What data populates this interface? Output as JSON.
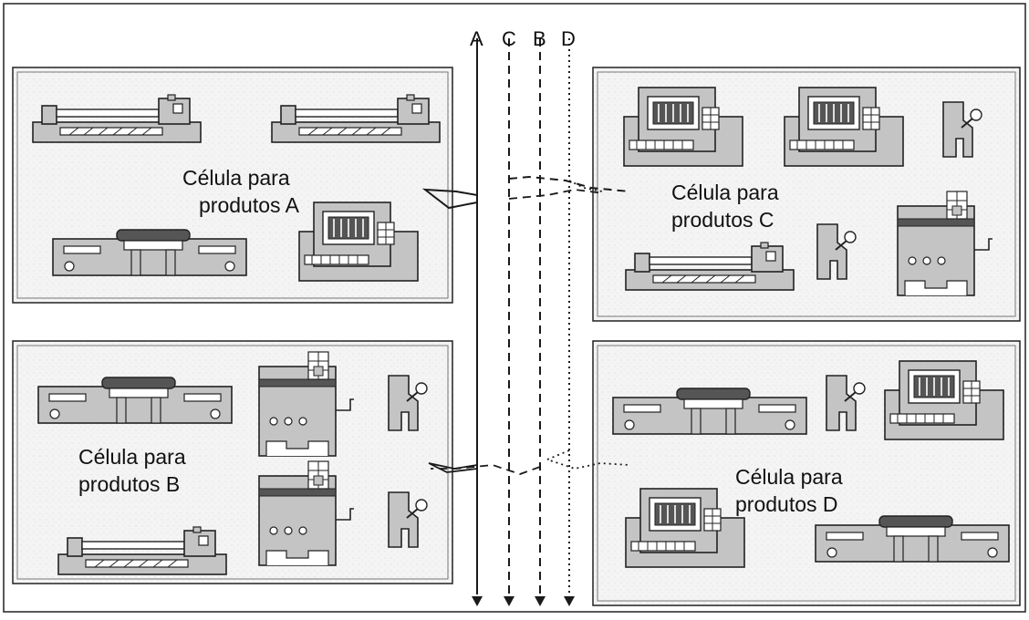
{
  "flows": [
    {
      "id": "A",
      "label": "A",
      "style": "solid"
    },
    {
      "id": "C",
      "label": "C",
      "style": "dashed"
    },
    {
      "id": "B",
      "label": "B",
      "style": "dashed"
    },
    {
      "id": "D",
      "label": "D",
      "style": "dotted"
    }
  ],
  "cells": [
    {
      "id": "A",
      "line1": "Célula para",
      "line2": "produtos A"
    },
    {
      "id": "B",
      "line1": "Célula para",
      "line2": "produtos B"
    },
    {
      "id": "C",
      "line1": "Célula para",
      "line2": "produtos C"
    },
    {
      "id": "D",
      "line1": "Célula para",
      "line2": "produtos D"
    }
  ],
  "machine_icons": [
    "lathe-icon",
    "milling-machine-icon",
    "grinder-icon",
    "drill-press-icon",
    "press-icon"
  ],
  "colors": {
    "machine_fill": "#c4c4c4",
    "panel_fill": "#f2f2f2",
    "line": "#1a1a1a"
  }
}
